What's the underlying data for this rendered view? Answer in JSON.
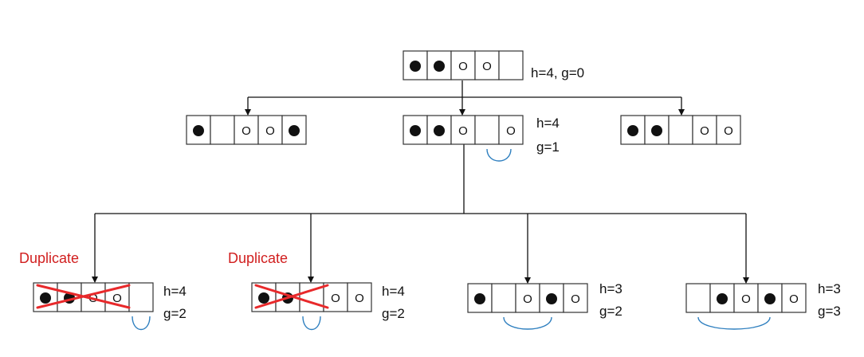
{
  "colors": {
    "line": "#111111",
    "cross": "#e8292b",
    "duplicate_label": "#d11f1f",
    "move_arc": "#2e7fbf",
    "cell_border": "#333333"
  },
  "symbols": {
    "black": "●",
    "white": "O",
    "empty": ""
  },
  "nodes": [
    {
      "id": "root",
      "cells": [
        "black",
        "black",
        "white",
        "white",
        "empty"
      ],
      "annotation": [
        "h=4, g=0"
      ],
      "duplicate": false,
      "arc": null
    },
    {
      "id": "l1-left",
      "cells": [
        "black",
        "empty",
        "white",
        "white",
        "black"
      ],
      "annotation": [],
      "duplicate": false,
      "arc": null
    },
    {
      "id": "l1-mid",
      "cells": [
        "black",
        "black",
        "white",
        "empty",
        "white"
      ],
      "annotation": [
        "h=4",
        "g=1"
      ],
      "duplicate": false,
      "arc": [
        3,
        4
      ]
    },
    {
      "id": "l1-right",
      "cells": [
        "black",
        "black",
        "empty",
        "white",
        "white"
      ],
      "annotation": [],
      "duplicate": false,
      "arc": null
    },
    {
      "id": "l2-1",
      "cells": [
        "black",
        "black",
        "white",
        "white",
        "empty"
      ],
      "annotation": [
        "h=4",
        "g=2"
      ],
      "duplicate": true,
      "duplicate_label": "Duplicate",
      "arc": [
        4,
        4
      ]
    },
    {
      "id": "l2-2",
      "cells": [
        "black",
        "black",
        "empty",
        "white",
        "white"
      ],
      "annotation": [
        "h=4",
        "g=2"
      ],
      "duplicate": true,
      "duplicate_label": "Duplicate",
      "arc": [
        2,
        2
      ]
    },
    {
      "id": "l2-3",
      "cells": [
        "black",
        "empty",
        "white",
        "black",
        "white"
      ],
      "annotation": [
        "h=3",
        "g=2"
      ],
      "duplicate": false,
      "arc": [
        1,
        3
      ]
    },
    {
      "id": "l2-4",
      "cells": [
        "empty",
        "black",
        "white",
        "black",
        "white"
      ],
      "annotation": [
        "h=3",
        "g=3"
      ],
      "duplicate": false,
      "arc": [
        0,
        3
      ]
    }
  ]
}
